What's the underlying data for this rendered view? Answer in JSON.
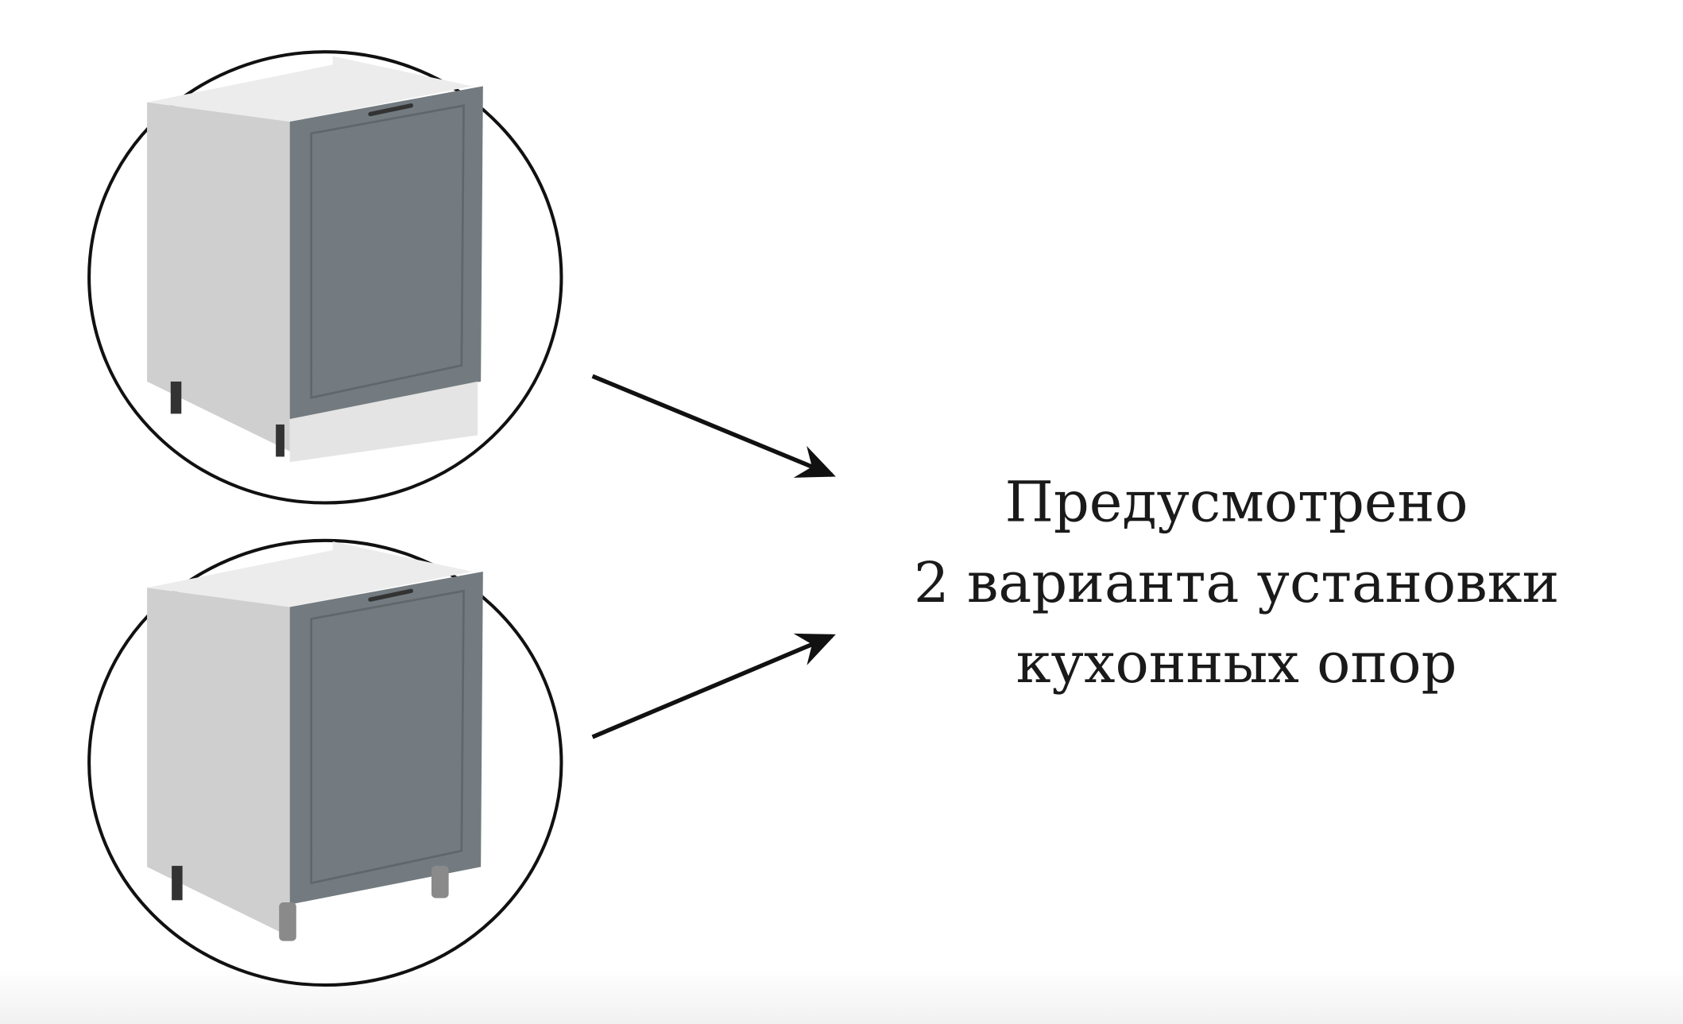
{
  "caption": {
    "line1": "Предусмотрено",
    "line2": "2 варианта установки",
    "line3": "кухонных опор"
  },
  "colors": {
    "door": "#737b80",
    "side": "#cfcfcf",
    "outline": "#111111"
  }
}
